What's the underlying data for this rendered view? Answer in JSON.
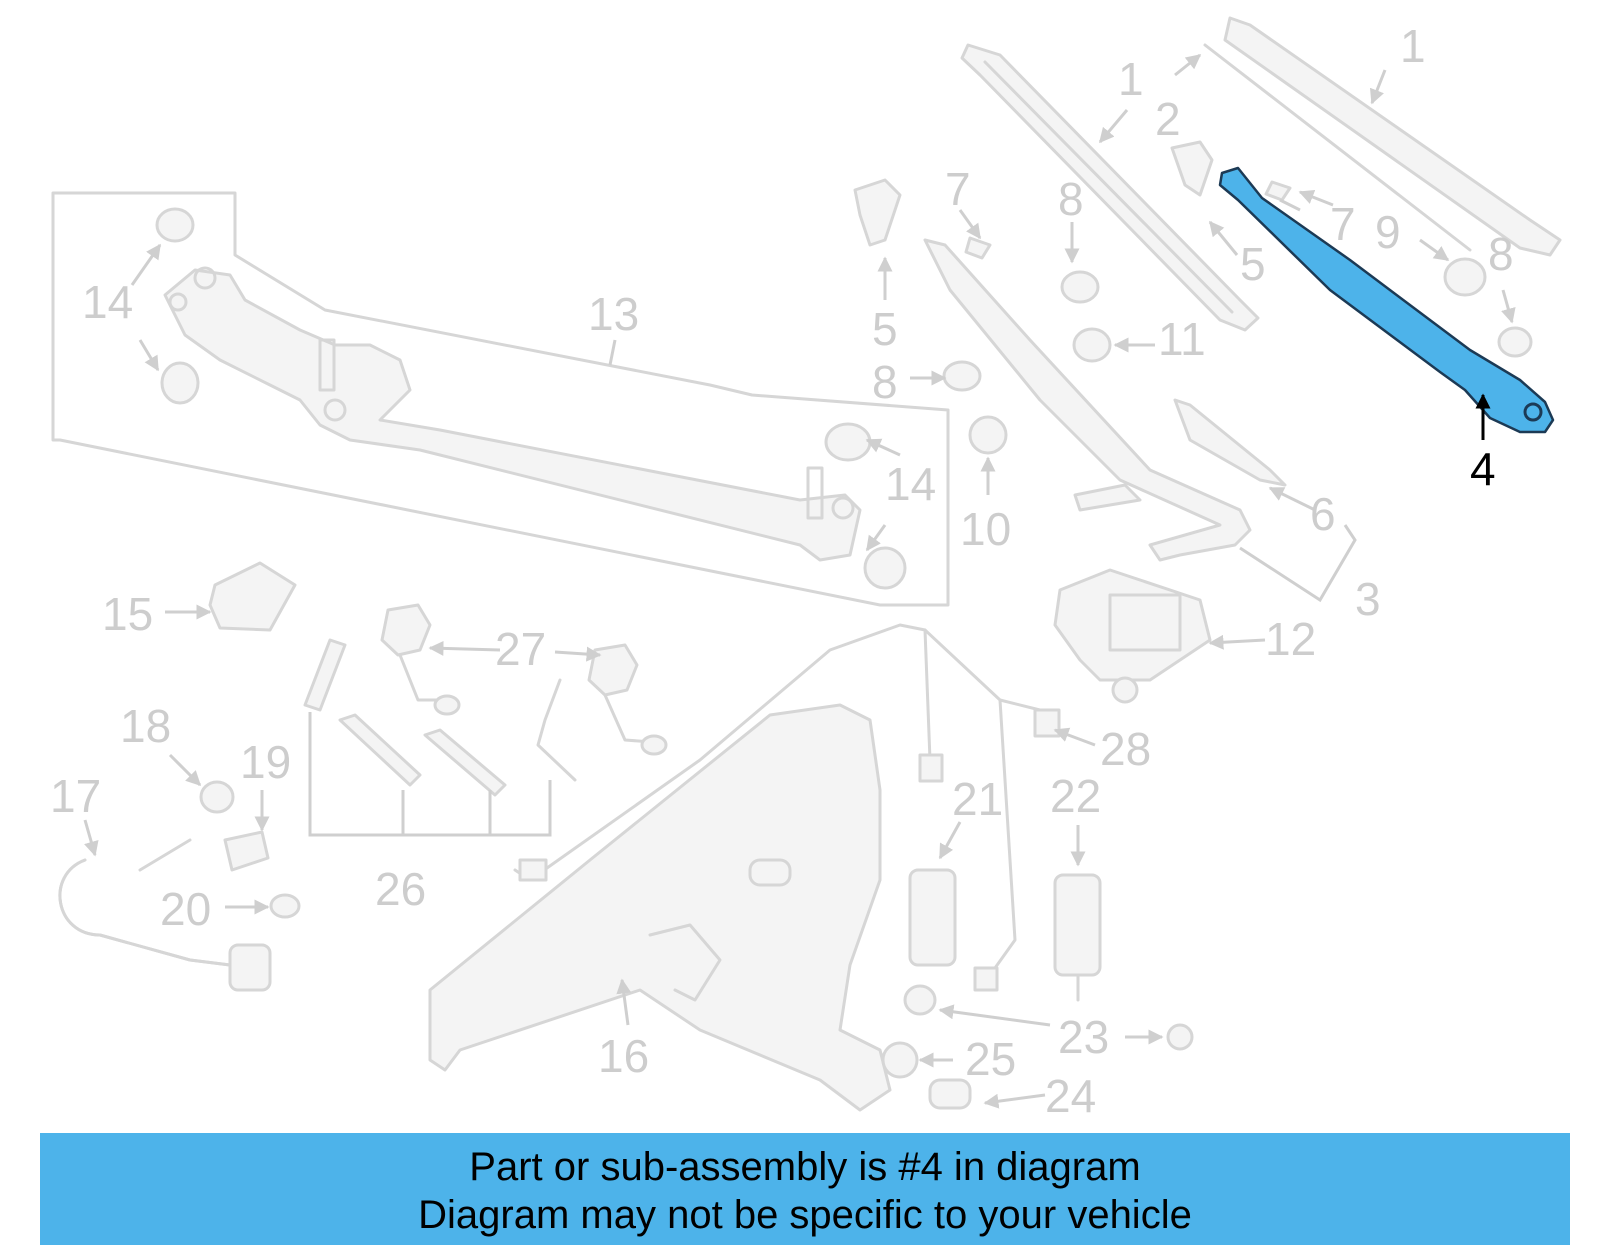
{
  "diagram": {
    "highlight_color": "#4db3ea",
    "callouts": [
      "1",
      "1",
      "2",
      "3",
      "4",
      "5",
      "5",
      "6",
      "7",
      "7",
      "8",
      "8",
      "8",
      "9",
      "10",
      "11",
      "12",
      "13",
      "14",
      "14",
      "15",
      "16",
      "17",
      "18",
      "19",
      "20",
      "21",
      "22",
      "23",
      "24",
      "25",
      "26",
      "27",
      "28"
    ],
    "highlighted_part": "4"
  },
  "banner": {
    "line1": "Part or sub-assembly is #4 in diagram",
    "line2": "Diagram may not be specific to your vehicle",
    "color": "#4db3ea"
  }
}
